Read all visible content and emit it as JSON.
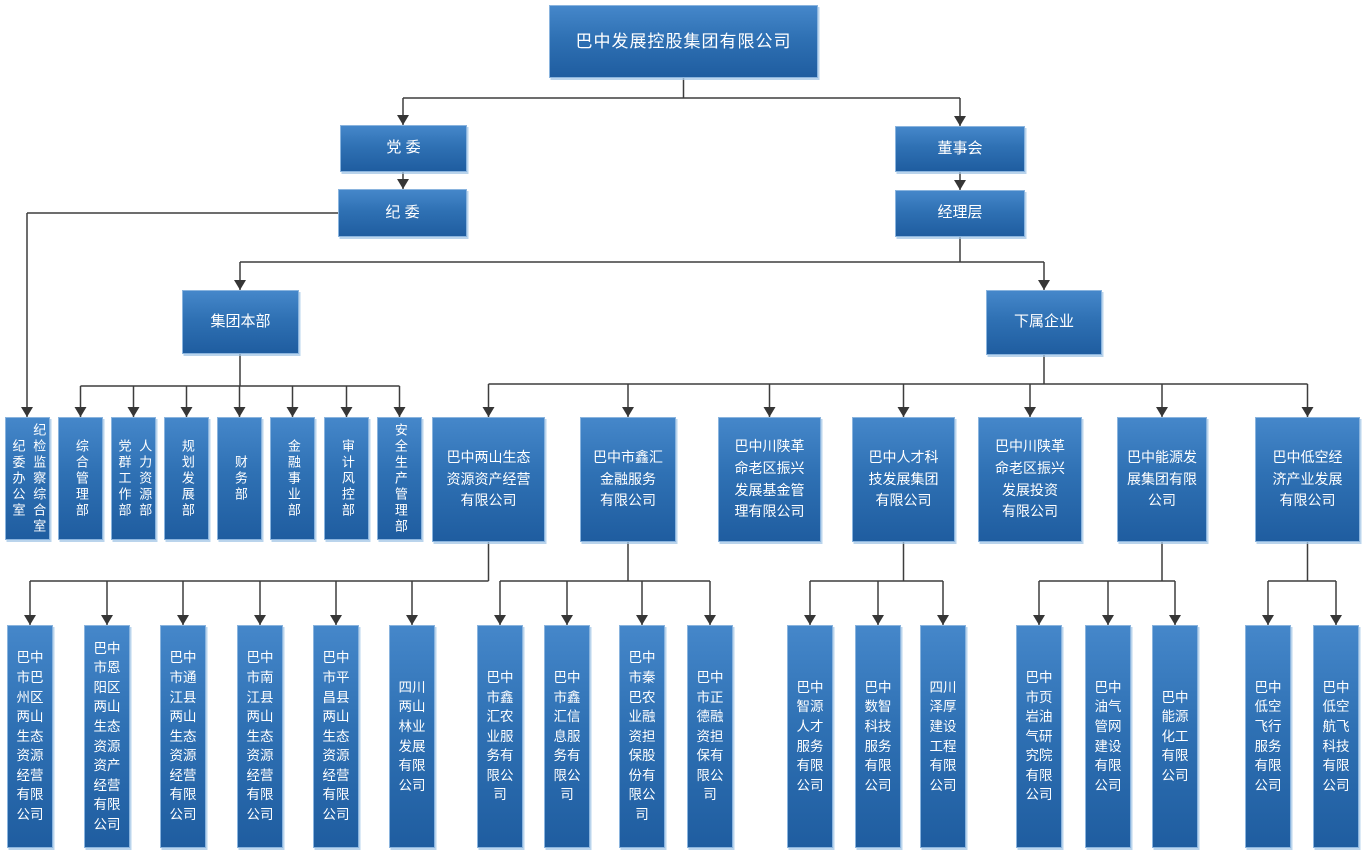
{
  "org": {
    "root": "巴中发展控股集团有限公司",
    "party_committee": "党 委",
    "discipline_committee": "纪 委",
    "board": "董事会",
    "management": "经理层",
    "hq": "集团本部",
    "subsidiaries_label": "下属企业",
    "departments": [
      "纪检监察综合室\n纪委办公室",
      "综合管理部",
      "人力资源部\n党群工作部",
      "规划发展部",
      "财务部",
      "金融事业部",
      "审计风控部",
      "安全生产管理部"
    ],
    "companies": [
      {
        "label": "巴中两山生态\n资源资产经营\n有限公司",
        "children": [
          "巴中市巴州区两山生态资源经营有限公司",
          "巴中市恩阳区两山生态资源资产经营有限公司",
          "巴中市通江县两山生态资源经营有限公司",
          "巴中市南江县两山生态资源经营有限公司",
          "巴中市平昌县两山生态资源经营有限公司",
          "四川两山林业发展有限公司"
        ]
      },
      {
        "label": "巴中市鑫汇\n金融服务\n有限公司",
        "children": [
          "巴中市鑫汇农业服务有限公司",
          "巴中市鑫汇信息服务有限公司",
          "巴中市秦巴农业融资担保股份有限公司",
          "巴中市正德融资担保有限公司"
        ]
      },
      {
        "label": "巴中川陕革\n命老区振兴\n发展基金管\n理有限公司",
        "children": []
      },
      {
        "label": "巴中人才科\n技发展集团\n有限公司",
        "children": [
          "巴中智源人才服务有限公司",
          "巴中数智科技服务有限公司",
          "四川泽厚建设工程有限公司"
        ]
      },
      {
        "label": "巴中川陕革\n命老区振兴\n发展投资\n有限公司",
        "children": []
      },
      {
        "label": "巴中能源发\n展集团有限\n公司",
        "children": [
          "巴中市页岩油气研究院有限公司",
          "巴中油气管网建设有限公司",
          "巴中能源化工有限公司"
        ]
      },
      {
        "label": "巴中低空经\n济产业发展\n有限公司",
        "children": [
          "巴中低空飞行服务有限公司",
          "巴中低空航飞科技有限公司"
        ]
      }
    ],
    "colors": {
      "node_gradient_top": "#4587ca",
      "node_gradient_bottom": "#1f5da0",
      "node_border": "#8ab4de",
      "node_text": "#ffffff",
      "connector": "#3d3d3d"
    }
  }
}
